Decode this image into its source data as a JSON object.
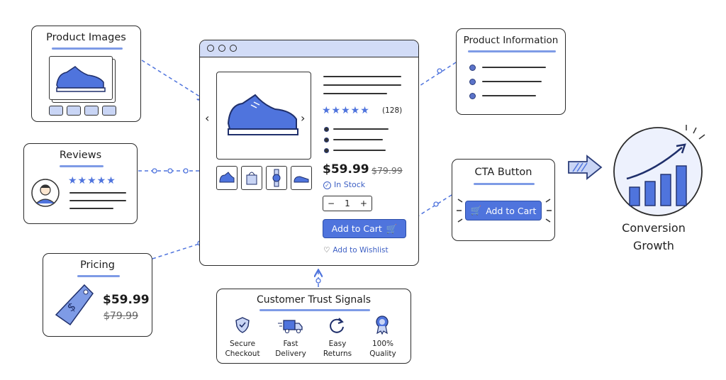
{
  "product_images": {
    "title": "Product Images"
  },
  "reviews": {
    "title": "Reviews"
  },
  "pricing": {
    "title": "Pricing",
    "price": "$59.99",
    "old_price": "$79.99"
  },
  "product_info": {
    "title": "Product Information"
  },
  "cta": {
    "title": "CTA Button",
    "button_label": "Add to Cart"
  },
  "conversion": {
    "line1": "Conversion",
    "line2": "Growth"
  },
  "product_page": {
    "review_count": "(128)",
    "rating_stars": 5,
    "price": "$59.99",
    "old_price": "$79.99",
    "stock": "In Stock",
    "quantity": "1",
    "minus": "−",
    "plus": "+",
    "add_to_cart": "Add to Cart",
    "wishlist": "Add to Wishlist"
  },
  "trust": {
    "title": "Customer Trust Signals",
    "items": [
      {
        "line1": "Secure",
        "line2": "Checkout",
        "icon": "shield-check-icon"
      },
      {
        "line1": "Fast",
        "line2": "Delivery",
        "icon": "truck-icon"
      },
      {
        "line1": "Easy",
        "line2": "Returns",
        "icon": "refresh-icon"
      },
      {
        "line1": "100%",
        "line2": "Quality",
        "icon": "award-badge-icon"
      }
    ]
  },
  "colors": {
    "accent": "#4f74dd",
    "accent_light": "#7e9be6",
    "ink": "#2b2b2b"
  }
}
